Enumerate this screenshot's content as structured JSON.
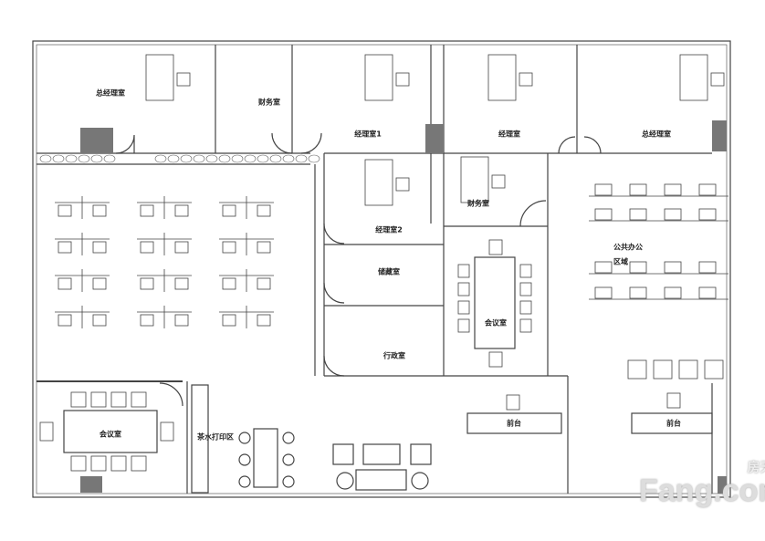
{
  "rooms": {
    "gm_office_left": "总经理室",
    "finance_top": "财务室",
    "manager_1": "经理室1",
    "manager": "经理室",
    "gm_office_right": "总经理室",
    "manager_2": "经理室2",
    "finance_mid": "财务室",
    "public_office": "公共办公",
    "public_office_2": "区域",
    "storage": "储藏室",
    "admin": "行政室",
    "meeting_mid": "会议室",
    "meeting_left": "会议室",
    "tea_print": "茶水打印区",
    "reception_1": "前台",
    "reception_2": "前台"
  },
  "watermark": {
    "brand": "Fang.com",
    "brand_cn": "房天下"
  },
  "colors": {
    "wall": "#555555",
    "column": "#777777",
    "line": "#333333"
  }
}
